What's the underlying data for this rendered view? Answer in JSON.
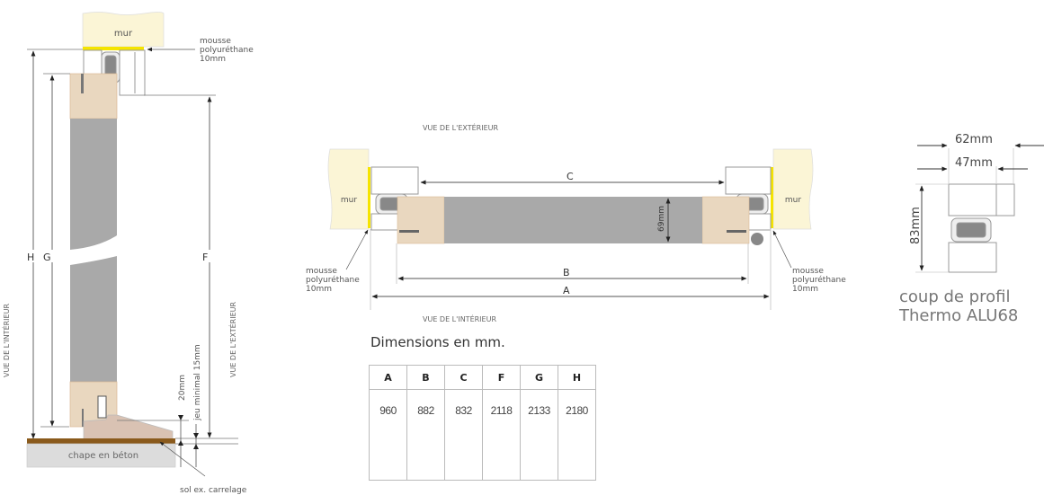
{
  "side_view": {
    "wall_label": "mur",
    "foam_label": [
      "mousse",
      "polyuréthane",
      "10mm"
    ],
    "dim_H": "H",
    "dim_G": "G",
    "dim_F": "F",
    "view_interior": "VUE DE L'INTÉRIEUR",
    "view_exterior": "VUE DE L'EXTÉRIEUR",
    "gap_20": "20mm",
    "gap_min": "jeu minimal  15mm",
    "screed_label": "chape en béton",
    "floor_label": "sol ex. carrelage"
  },
  "plan_view": {
    "view_exterior": "VUE DE L'EXTÉRIEUR",
    "view_interior": "VUE DE L'INTÉRIEUR",
    "wall_left": "mur",
    "wall_right": "mur",
    "foam_left": [
      "mousse",
      "polyuréthane",
      "10mm"
    ],
    "foam_right": [
      "mousse",
      "polyuréthane",
      "10mm"
    ],
    "dim_A": "A",
    "dim_B": "B",
    "dim_C": "C",
    "thickness": "69mm"
  },
  "dimensions": {
    "title": "Dimensions en mm.",
    "headers": [
      "A",
      "B",
      "C",
      "F",
      "G",
      "H"
    ],
    "values": [
      "960",
      "882",
      "832",
      "2118",
      "2133",
      "2180"
    ]
  },
  "profile": {
    "width_outer": "62mm",
    "width_inner": "47mm",
    "height": "83mm",
    "caption_line1": "coup de profil",
    "caption_line2": "Thermo ALU68"
  },
  "colors": {
    "wall": "#fbf5d6",
    "foam": "#f5e400",
    "wood": "#e9d7bf",
    "panel": "#a9a9a9",
    "floor": "#8a5a1c",
    "screed": "#dcdcdc",
    "sill": "#d9c2b3"
  }
}
